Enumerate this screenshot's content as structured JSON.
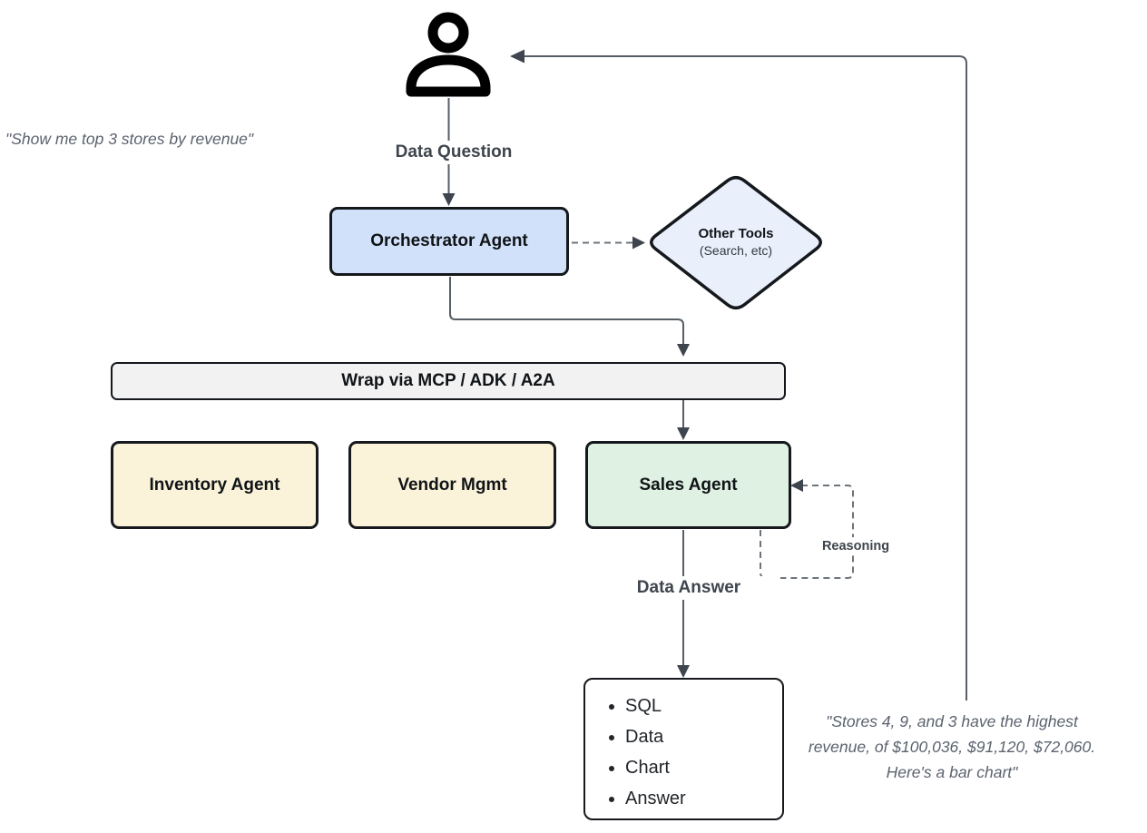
{
  "quotes": {
    "left": "\"Show me top 3 stores by revenue\"",
    "right_lines": [
      "\"Stores 4, 9, and 3 have the highest",
      "revenue, of $100,036, $91,120, $72,060.",
      "Here's a bar chart\""
    ]
  },
  "labels": {
    "data_question": "Data Question",
    "data_answer": "Data Answer",
    "reasoning": "Reasoning"
  },
  "nodes": {
    "orchestrator": {
      "label": "Orchestrator Agent"
    },
    "other_tools": {
      "title": "Other Tools",
      "subtitle": "(Search, etc)"
    },
    "wrap_bar": {
      "label": "Wrap via MCP / ADK / A2A"
    },
    "inventory": {
      "label": "Inventory Agent"
    },
    "vendor": {
      "label": "Vendor Mgmt"
    },
    "sales": {
      "label": "Sales Agent"
    },
    "output": {
      "items": [
        "SQL",
        "Data",
        "Chart",
        "Answer"
      ]
    }
  },
  "icons": {
    "person": "person-icon"
  },
  "colors": {
    "border": "#15181c",
    "blue": "#d2e1fa",
    "diamond": "#e9f0fc",
    "gray-bar": "#f2f2f3",
    "cream": "#faf3da",
    "green": "#def1e2",
    "white": "#ffffff",
    "line": "#575e66",
    "arrow": "#3e454e",
    "dash": "#6e747b",
    "label": "#3f454d",
    "quote": "#5c636e",
    "node-text": "#111417",
    "bullet-text": "#222529"
  }
}
